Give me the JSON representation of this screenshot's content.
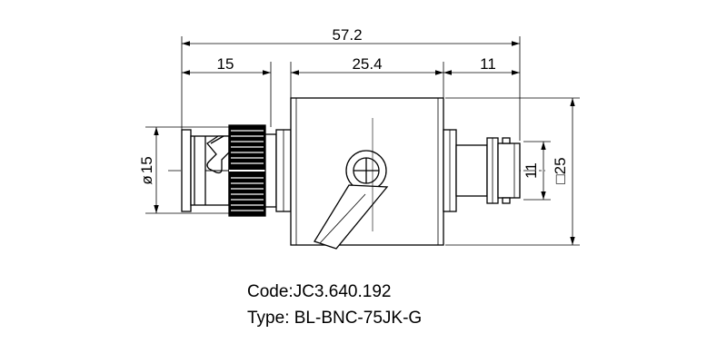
{
  "dimensions": {
    "overall_length": "57.2",
    "bnc_plug_length": "15",
    "body_length": "25.4",
    "jack_length": "11",
    "plug_diameter": "15",
    "jack_thread_height": "11",
    "body_square": "25"
  },
  "symbols": {
    "diameter": "ø",
    "square": "□"
  },
  "caption": {
    "code_label": "Code:",
    "code_value": "JC3.640.192",
    "type_label": "Type: ",
    "type_value": "BL-BNC-75JK-G"
  },
  "colors": {
    "line": "#000000",
    "background": "#ffffff"
  }
}
